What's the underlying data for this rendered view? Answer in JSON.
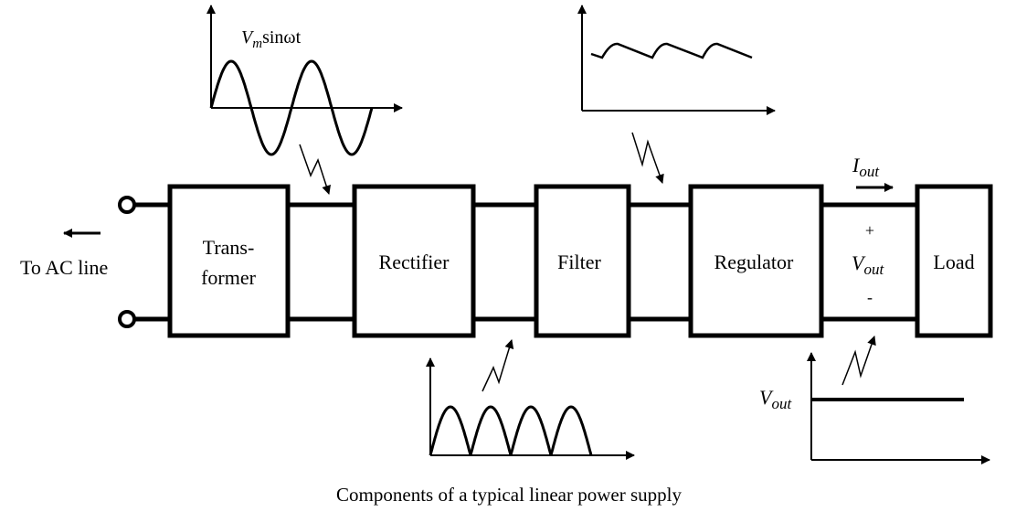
{
  "caption": "Components of a typical linear power supply",
  "source_label": "To AC line",
  "blocks": [
    {
      "id": "transformer",
      "lines": [
        "Trans-",
        "former"
      ]
    },
    {
      "id": "rectifier",
      "lines": [
        "Rectifier"
      ]
    },
    {
      "id": "filter",
      "lines": [
        "Filter"
      ]
    },
    {
      "id": "regulator",
      "lines": [
        "Regulator"
      ]
    },
    {
      "id": "load",
      "lines": [
        "Load"
      ]
    }
  ],
  "output": {
    "current_symbol": "I",
    "current_sub": "out",
    "voltage_symbol": "V",
    "voltage_sub": "out",
    "plus": "+",
    "minus": "-"
  },
  "waveforms": {
    "ac_input": {
      "label_symbol": "V",
      "label_sub": "m",
      "label_rest": "sinωt",
      "shape": "sine"
    },
    "rectified": {
      "shape": "full-wave-rectified"
    },
    "filtered": {
      "shape": "ripple"
    },
    "regulated": {
      "label_symbol": "V",
      "label_sub": "out",
      "shape": "dc-constant"
    }
  },
  "colors": {
    "stroke": "#000000",
    "background": "#ffffff"
  }
}
